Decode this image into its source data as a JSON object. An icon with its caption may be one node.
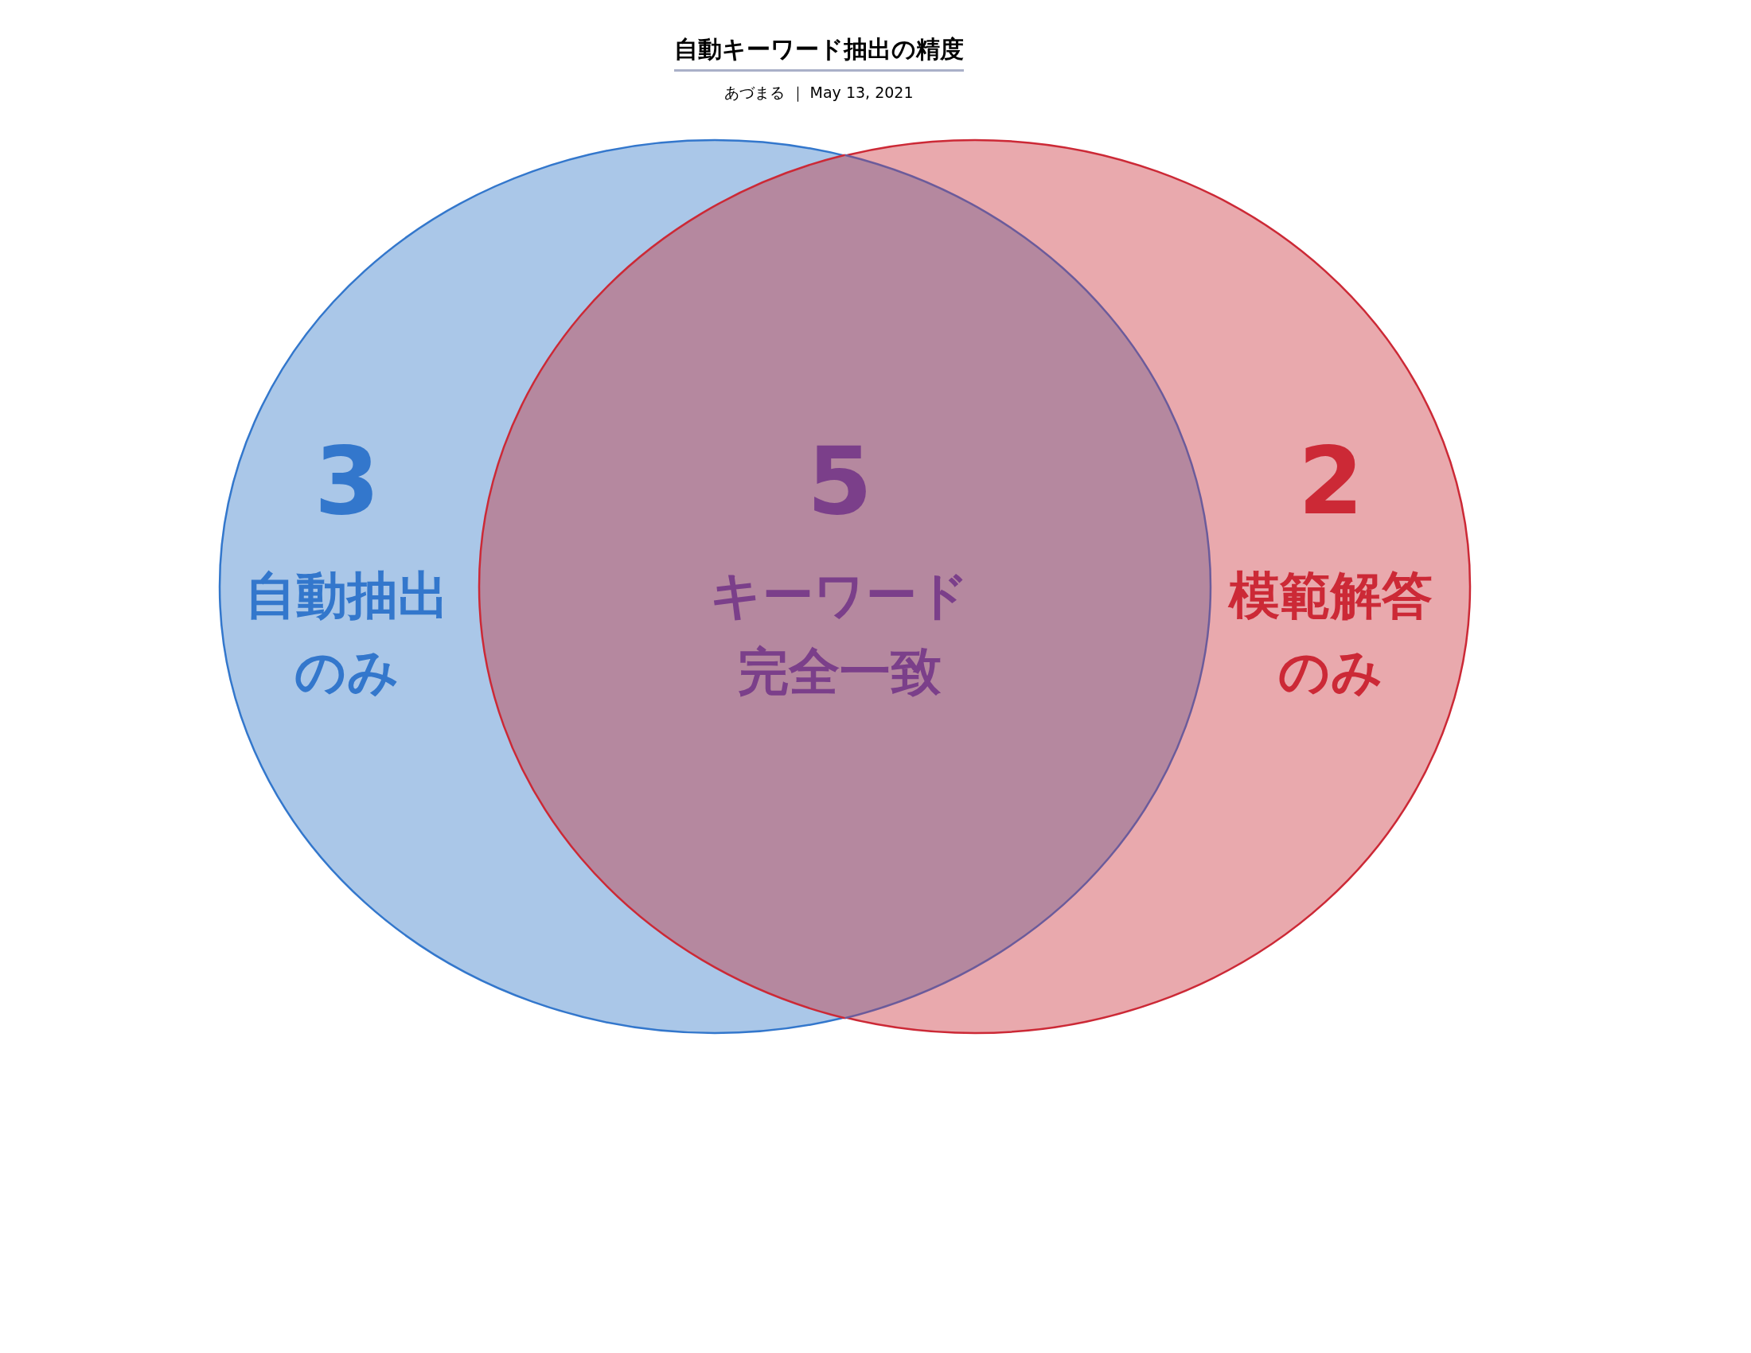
{
  "diagram": {
    "title": "自動キーワード抽出の精度",
    "nodes": [
      {
        "text": [
          "3",
          "自動抽出のみ"
        ]
      },
      {
        "text": [
          "2",
          "模範解答のみ"
        ]
      },
      {
        "text": [
          "5",
          "キーワード完全一致"
        ]
      }
    ],
    "labels": [
      "あづまる ｜ May 13, 2021"
    ]
  }
}
